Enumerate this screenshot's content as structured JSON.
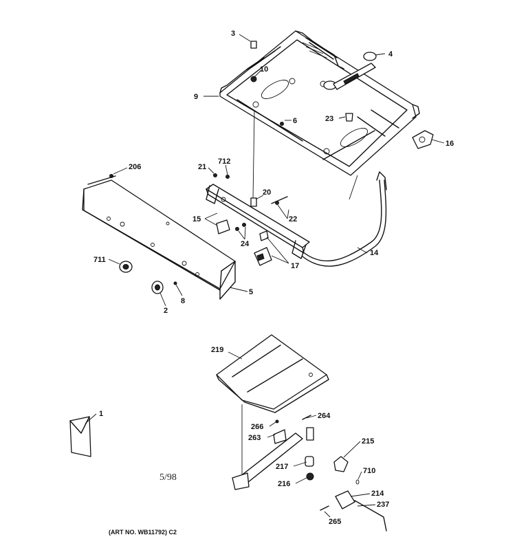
{
  "labels": {
    "l3": "3",
    "l4": "4",
    "l10": "10",
    "l9": "9",
    "l6": "6",
    "l23": "23",
    "l16": "16",
    "l206": "206",
    "l21": "21",
    "l712": "712",
    "l20": "20",
    "l15": "15",
    "l22": "22",
    "l24": "24",
    "l711": "711",
    "l17": "17",
    "l14": "14",
    "l5": "5",
    "l8": "8",
    "l2": "2",
    "l219": "219",
    "l1": "1",
    "l266": "266",
    "l264": "264",
    "l263": "263",
    "l215": "215",
    "l217": "217",
    "l710": "710",
    "l216": "216",
    "l214": "214",
    "l237": "237",
    "l265": "265"
  },
  "date_note": "5/98",
  "art_no": "(ART NO. WB11792) C2"
}
